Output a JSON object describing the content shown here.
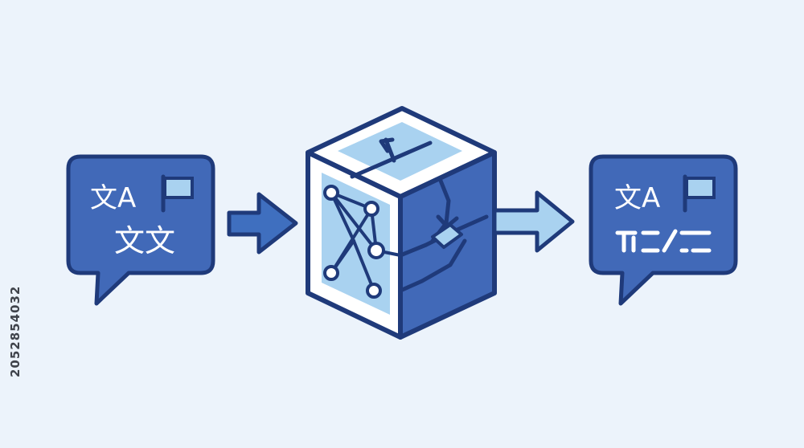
{
  "diagram": {
    "source_bubble": {
      "glyph_row_1": "文A",
      "glyph_row_2": "文文"
    },
    "processor_cube": {
      "icon": "neural-network-cube-icon"
    },
    "target_bubble": {
      "glyph_row_1": "文A"
    },
    "colors": {
      "background": "#ecf3fb",
      "outline": "#1f3a7a",
      "fill": "#4169b8",
      "light": "#a9d2f0",
      "arrow": "#3f6fbf"
    }
  },
  "watermark": {
    "id_text": "2052854032"
  }
}
